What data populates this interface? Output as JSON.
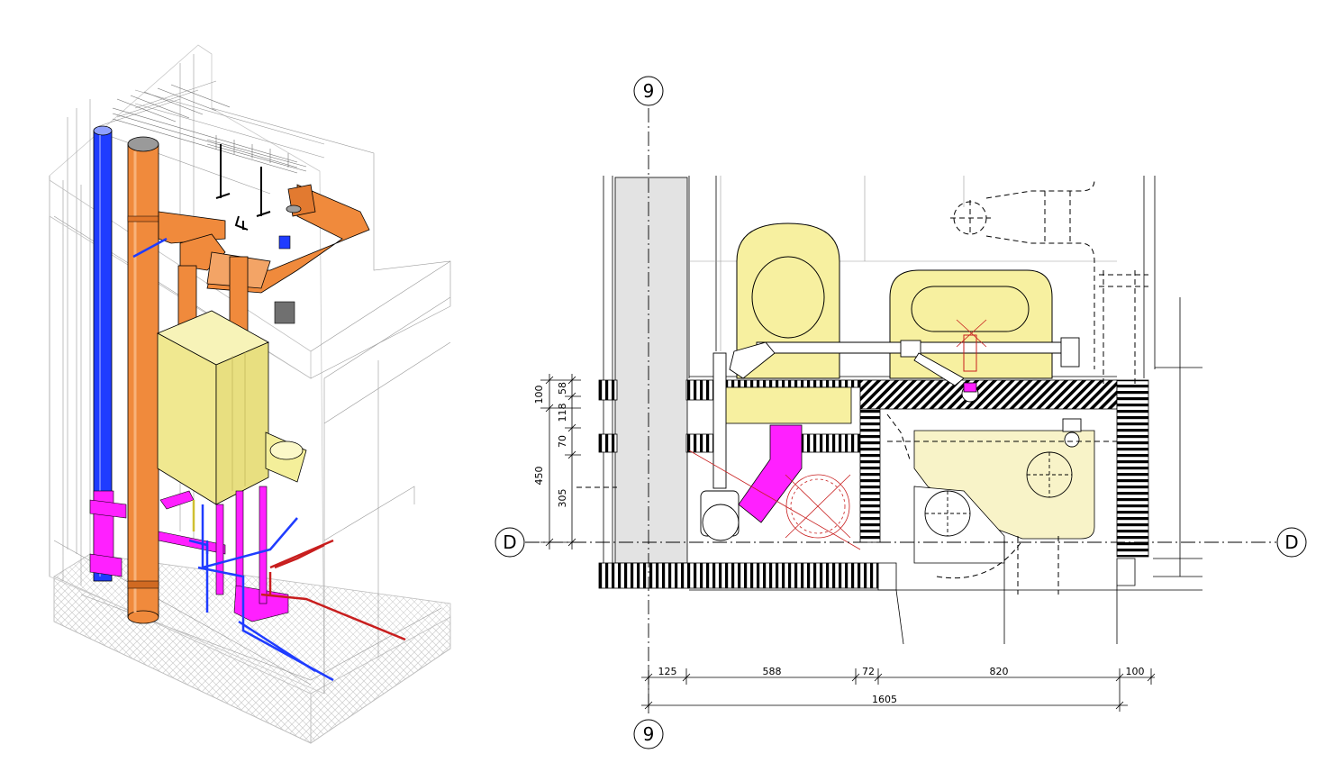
{
  "grid_markers": {
    "vertical": "9",
    "horizontal": "D"
  },
  "dimensions_horizontal": {
    "a": "125",
    "b": "588",
    "c": "72",
    "d": "820",
    "e": "100",
    "total": "1605"
  },
  "dimensions_vertical": {
    "a": "100",
    "b": "58",
    "c": "118",
    "d": "70",
    "e": "305",
    "total": "450"
  },
  "colors": {
    "cold_water": "#1f3cff",
    "hot_water": "#c81e1e",
    "waste": "#ff20ff",
    "flue": "#f08a3c",
    "fixture": "#f7f0a0",
    "boiler": "#f3eca0",
    "hatch": "#000000"
  }
}
